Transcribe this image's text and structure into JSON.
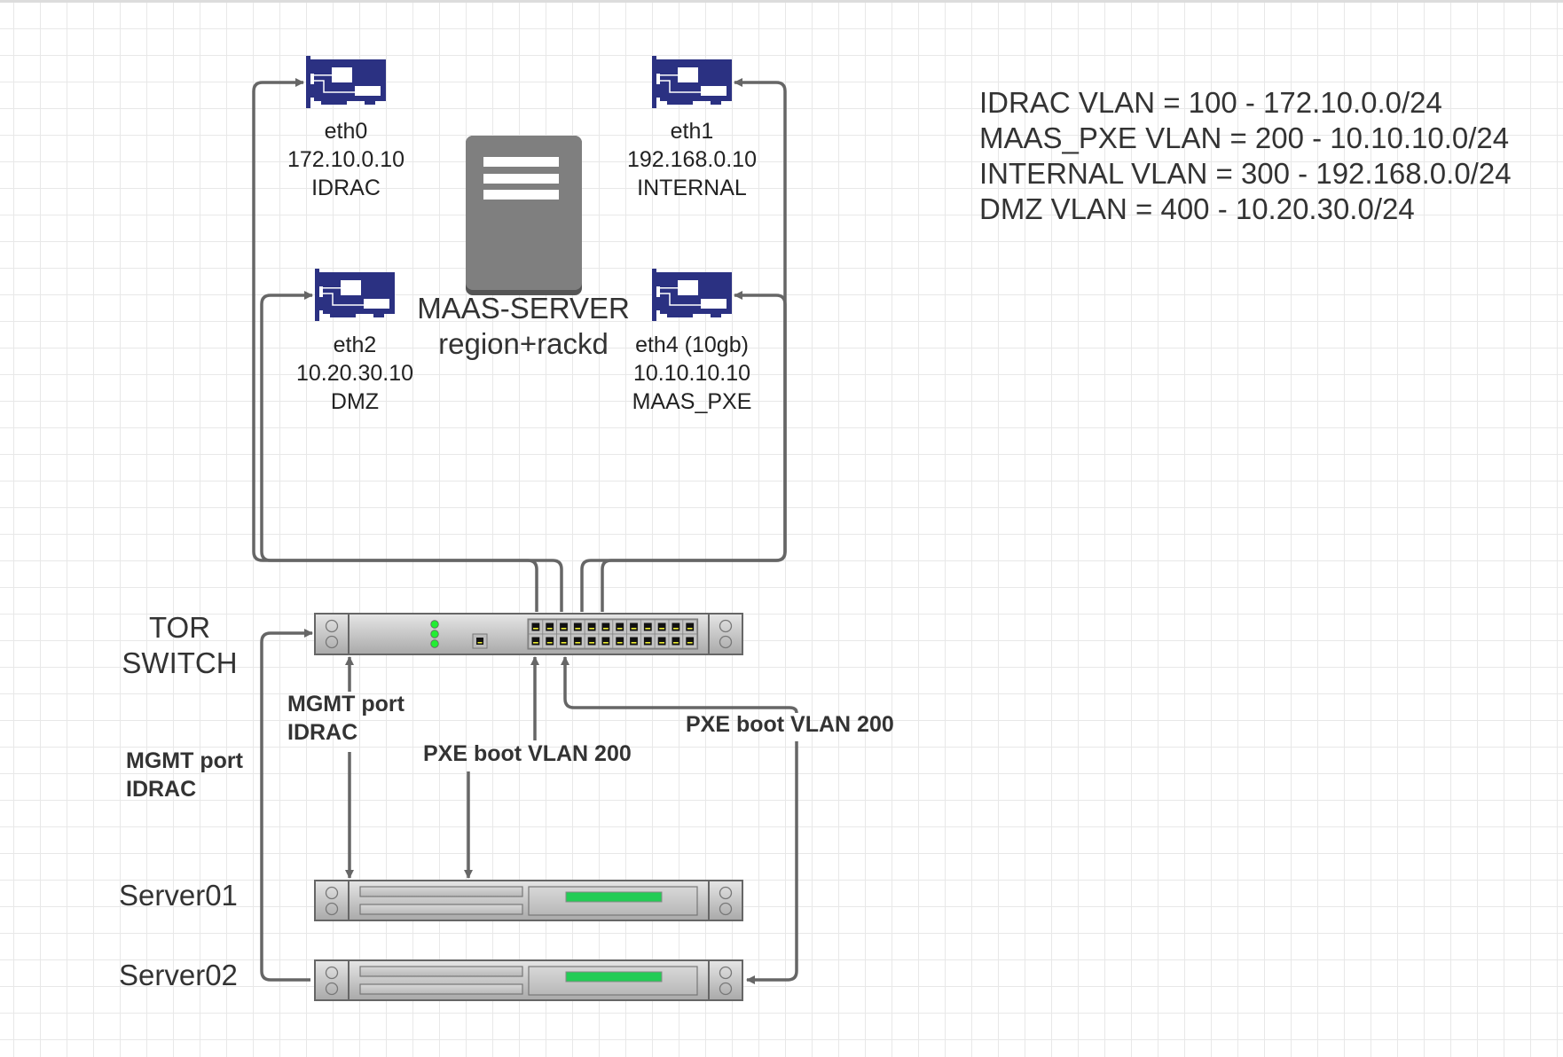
{
  "server": {
    "name": "MAAS-SERVER",
    "role": "region+rackd"
  },
  "nics": [
    {
      "id": "eth0",
      "name": "eth0",
      "ip": "172.10.0.10",
      "network": "IDRAC"
    },
    {
      "id": "eth1",
      "name": "eth1",
      "ip": "192.168.0.10",
      "network": "INTERNAL"
    },
    {
      "id": "eth2",
      "name": "eth2",
      "ip": "10.20.30.10",
      "network": "DMZ"
    },
    {
      "id": "eth4",
      "name": "eth4 (10gb)",
      "ip": "10.10.10.10",
      "network": "MAAS_PXE"
    }
  ],
  "vlans": [
    "IDRAC VLAN = 100 - 172.10.0.0/24",
    "MAAS_PXE VLAN = 200 - 10.10.10.0/24",
    "INTERNAL VLAN = 300 - 192.168.0.0/24",
    "DMZ VLAN = 400 - 10.20.30.0/24"
  ],
  "switch": {
    "label_line1": "TOR",
    "label_line2": "SWITCH",
    "ports_per_row": 12,
    "rows": 2
  },
  "servers": [
    {
      "name": "Server01"
    },
    {
      "name": "Server02"
    }
  ],
  "links": {
    "mgmt_label_line1": "MGMT port",
    "mgmt_label_line2": "IDRAC",
    "pxe_label": "PXE boot VLAN 200"
  },
  "colors": {
    "nic": "#2b3182",
    "wire": "#666666",
    "led": "#22ee33",
    "server_bar": "#22cc55",
    "server_body": "#7f7f7f"
  }
}
